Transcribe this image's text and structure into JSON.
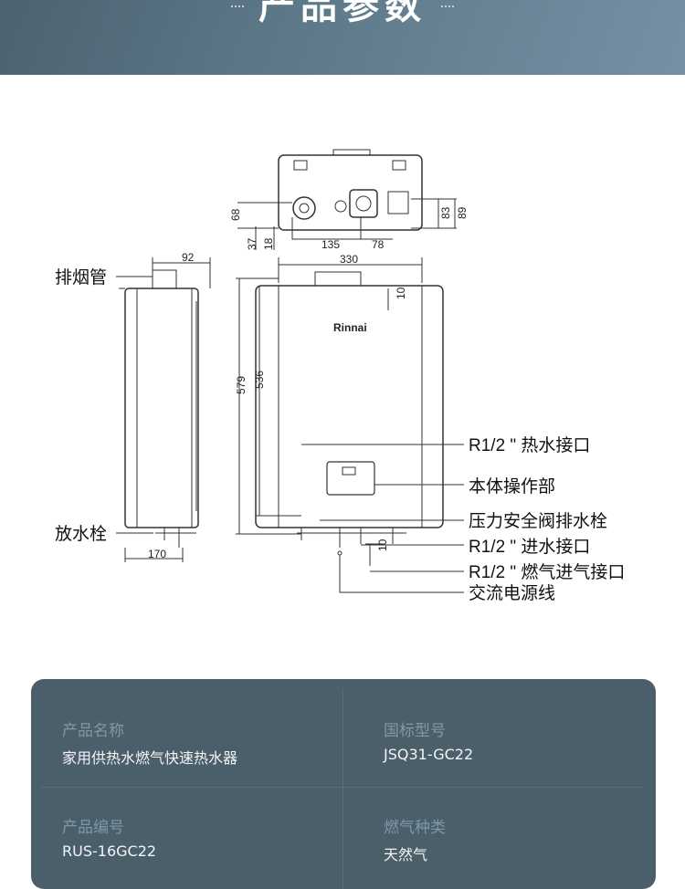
{
  "header": {
    "title": "产品参数"
  },
  "diagram": {
    "brand": "Rinnai",
    "dimensions": {
      "side_top_width": "92",
      "side_depth": "170",
      "top_68": "68",
      "top_37": "37",
      "top_18": "18",
      "top_135": "135",
      "top_78": "78",
      "top_83": "83",
      "top_89": "89",
      "width": "330",
      "top_offset": "10",
      "height_total": "579",
      "height_body": "536",
      "bottom_offset": "10"
    },
    "callouts": {
      "flue": "排烟管",
      "drain": "放水栓",
      "hot_water": "R1/2 \" 热水接口",
      "control": "本体操作部",
      "relief_valve": "压力安全阀排水栓",
      "water_in": "R1/2 \" 进水接口",
      "gas_in": "R1/2 \" 燃气进气接口",
      "power": "交流电源线"
    }
  },
  "specs": [
    {
      "label": "产品名称",
      "value": "家用供热水燃气快速热水器"
    },
    {
      "label": "国标型号",
      "value": "JSQ31-GC22"
    },
    {
      "label": "产品编号",
      "value": "RUS-16GC22"
    },
    {
      "label": "燃气种类",
      "value": "天然气"
    }
  ]
}
